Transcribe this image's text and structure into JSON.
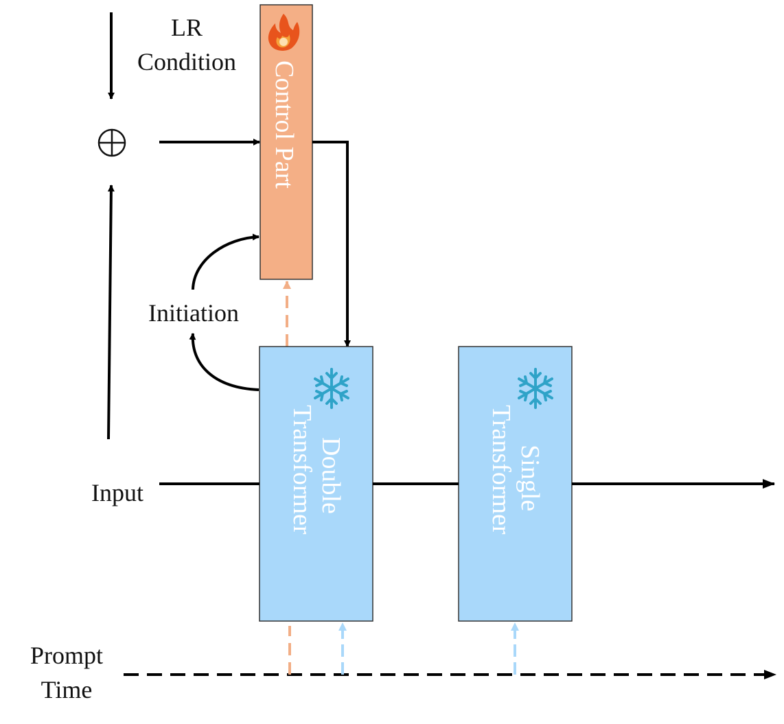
{
  "labels": {
    "lr_condition_line1": "LR",
    "lr_condition_line2": "Condition",
    "add_symbol": "⊕",
    "initiation": "Initiation",
    "input": "Input",
    "prompt_time_line1": "Prompt",
    "prompt_time_line2": "Time"
  },
  "blocks": {
    "control_part": {
      "label": "Control Part",
      "icon": "fire-icon",
      "fill": "#F4AF86"
    },
    "double_transformer": {
      "label_line1": "Double",
      "label_line2": "Transformer",
      "icon": "snowflake-icon",
      "fill": "#A9D8FA"
    },
    "single_transformer": {
      "label_line1": "Single",
      "label_line2": "Transformer",
      "icon": "snowflake-icon",
      "fill": "#A9D8FA"
    }
  },
  "colors": {
    "arrow": "#000000",
    "control_dashed": "#F2AE86",
    "frozen_dashed": "#A9D8FA",
    "snowflake": "#2FA3C8",
    "fire_outer": "#E8541C",
    "fire_inner": "#F5A23A"
  }
}
